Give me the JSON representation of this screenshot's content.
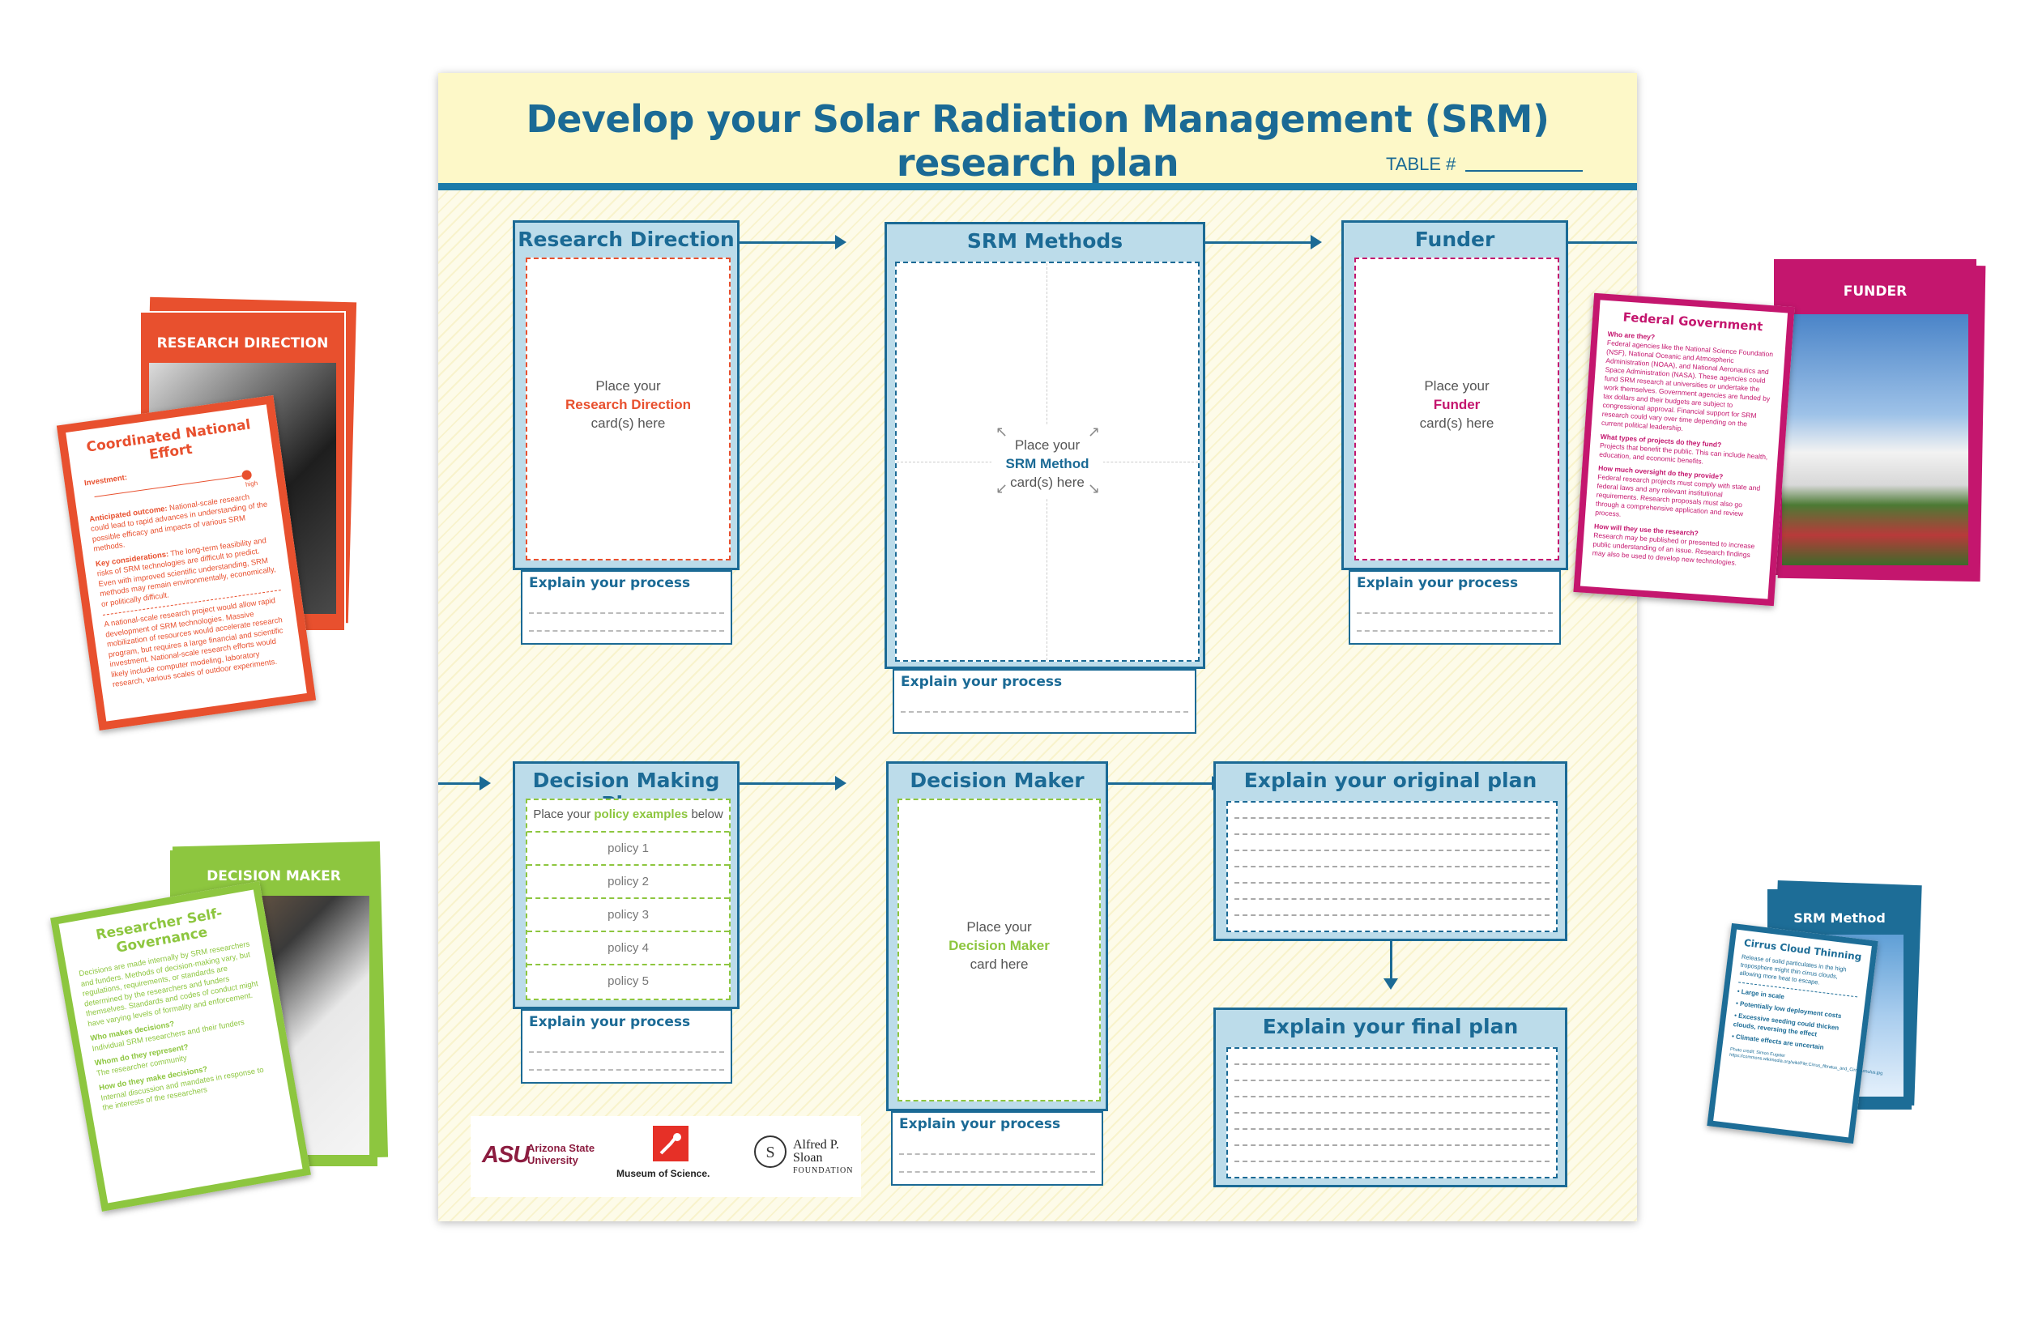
{
  "board": {
    "title": "Develop your Solar Radiation Management (SRM) research plan",
    "table_label": "TABLE #",
    "explain_label": "Explain your process",
    "research_direction": {
      "title": "Research Direction",
      "line1": "Place your",
      "highlight": "Research Direction",
      "line3": "card(s) here"
    },
    "srm_methods": {
      "title": "SRM Methods",
      "line1": "Place your",
      "highlight": "SRM Method",
      "line3": "card(s) here"
    },
    "funder": {
      "title": "Funder",
      "line1": "Place your",
      "highlight": "Funder",
      "line3": "card(s) here"
    },
    "decision_making_plan": {
      "title": "Decision Making Plan",
      "prompt_before": "Place your",
      "prompt_highlight": "policy examples",
      "prompt_after": "below",
      "policies": [
        "policy 1",
        "policy 2",
        "policy 3",
        "policy 4",
        "policy 5"
      ]
    },
    "decision_maker": {
      "title": "Decision Maker",
      "line1": "Place your",
      "highlight": "Decision Maker",
      "line3": "card here"
    },
    "original_plan": {
      "title": "Explain your original plan"
    },
    "final_plan": {
      "title": "Explain your final plan"
    },
    "logos": {
      "asu_mark": "ASU",
      "asu_line1": "Arizona State",
      "asu_line2": "University",
      "mos": "Museum of Science.",
      "sloan_line1": "Alfred P. Sloan",
      "sloan_line2": "FOUNDATION"
    }
  },
  "cards": {
    "research_direction": {
      "back_title": "RESEARCH DIRECTION",
      "front_title": "Coordinated National Effort",
      "investment_label": "Investment:",
      "investment_level": "high",
      "outcome_label": "Anticipated outcome:",
      "outcome_text": "National-scale research could lead to rapid advances in understanding of the possible efficacy and impacts of various SRM methods.",
      "key_label": "Key considerations:",
      "key_text": "The long-term feasibility and risks of SRM technologies are difficult to predict. Even with improved scientific understanding, SRM methods may remain environmentally, economically, or politically difficult.",
      "summary": "A national-scale research project would allow rapid development of SRM technologies. Massive mobilization of resources would accelerate research program, but requires a large financial and scientific investment. National-scale research efforts would likely include computer modeling, laboratory research, various scales of outdoor experiments."
    },
    "funder": {
      "back_title": "FUNDER",
      "front_title": "Federal Government",
      "q1": "Who are they?",
      "a1": "Federal agencies like the National Science Foundation (NSF), National Oceanic and Atmospheric Administration (NOAA), and National Aeronautics and Space Administration (NASA). These agencies could fund SRM research at universities or undertake the work themselves. Government agencies are funded by tax dollars and their budgets are subject to congressional approval. Financial support for SRM research could vary over time depending on the current political leadership.",
      "q2": "What types of projects do they fund?",
      "a2": "Projects that benefit the public. This can include health, education, and economic benefits.",
      "q3": "How much oversight do they provide?",
      "a3": "Federal research projects must comply with state and federal laws and any relevant institutional requirements. Research proposals must also go through a comprehensive application and review process.",
      "q4": "How will they use the research?",
      "a4": "Research may be published or presented to increase public understanding of an issue. Research findings may also be used to develop new technologies."
    },
    "decision_maker": {
      "back_title": "DECISION MAKER",
      "front_title": "Researcher Self-Governance",
      "intro": "Decisions are made internally by SRM researchers and funders. Methods of decision-making vary, but regulations, requirements, or standards are determined by the researchers and funders themselves. Standards and codes of conduct might have varying levels of formality and enforcement.",
      "q1": "Who makes decisions?",
      "a1": "Individual SRM researchers and their funders",
      "q2": "Whom do they represent?",
      "a2": "The researcher community",
      "q3": "How do they make decisions?",
      "a3": "Internal discussion and mandates in response to the interests of the researchers"
    },
    "srm_method": {
      "back_title": "SRM Method",
      "front_title": "Cirrus Cloud Thinning",
      "intro": "Release of solid particulates in the high troposphere might thin cirrus clouds, allowing more heat to escape.",
      "bullets": [
        "Large in scale",
        "Potentially low deployment costs",
        "Excessive seeding could thicken clouds, reversing the effect",
        "Climate effects are uncertain"
      ],
      "credit": "Photo credit: Simon Eugster https://commons.wikimedia.org/wiki/File:Cirrus_fibratus_and_Cirrocumulus.jpg"
    }
  },
  "colors": {
    "board_blue": "#1b6a95",
    "box_fill": "#bcdcea",
    "research_orange": "#e8502e",
    "funder_magenta": "#c4166e",
    "decision_green": "#8dc63f",
    "srm_blue": "#1d6d97"
  }
}
